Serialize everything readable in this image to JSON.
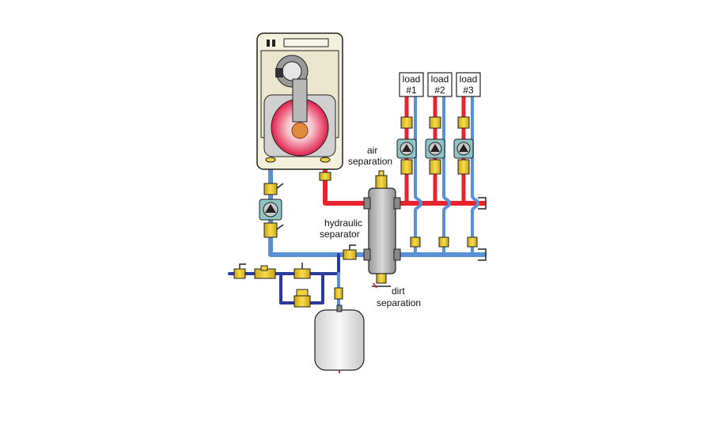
{
  "labels": {
    "air_separation": [
      "air",
      "separation"
    ],
    "hydraulic_separator": [
      "hydraulic",
      "separator"
    ],
    "dirt_separation": [
      "dirt",
      "separation"
    ]
  },
  "loads": [
    {
      "line1": "load",
      "line2": "#1"
    },
    {
      "line1": "load",
      "line2": "#2"
    },
    {
      "line1": "load",
      "line2": "#3"
    }
  ],
  "colors": {
    "supply": "#e8232e",
    "return": "#5b8fd6",
    "cold_water": "#2a3b9a",
    "brass": "#f2d23a",
    "separator": "#b9b9b9",
    "boiler_body": "#f3f0dc",
    "tank": "#ececec"
  },
  "icons": [
    "boiler",
    "circulator",
    "isolation-valve",
    "check-valve",
    "backflow-preventer",
    "pressure-reducing-valve",
    "air-vent",
    "dirt-drain",
    "expansion-tank"
  ]
}
